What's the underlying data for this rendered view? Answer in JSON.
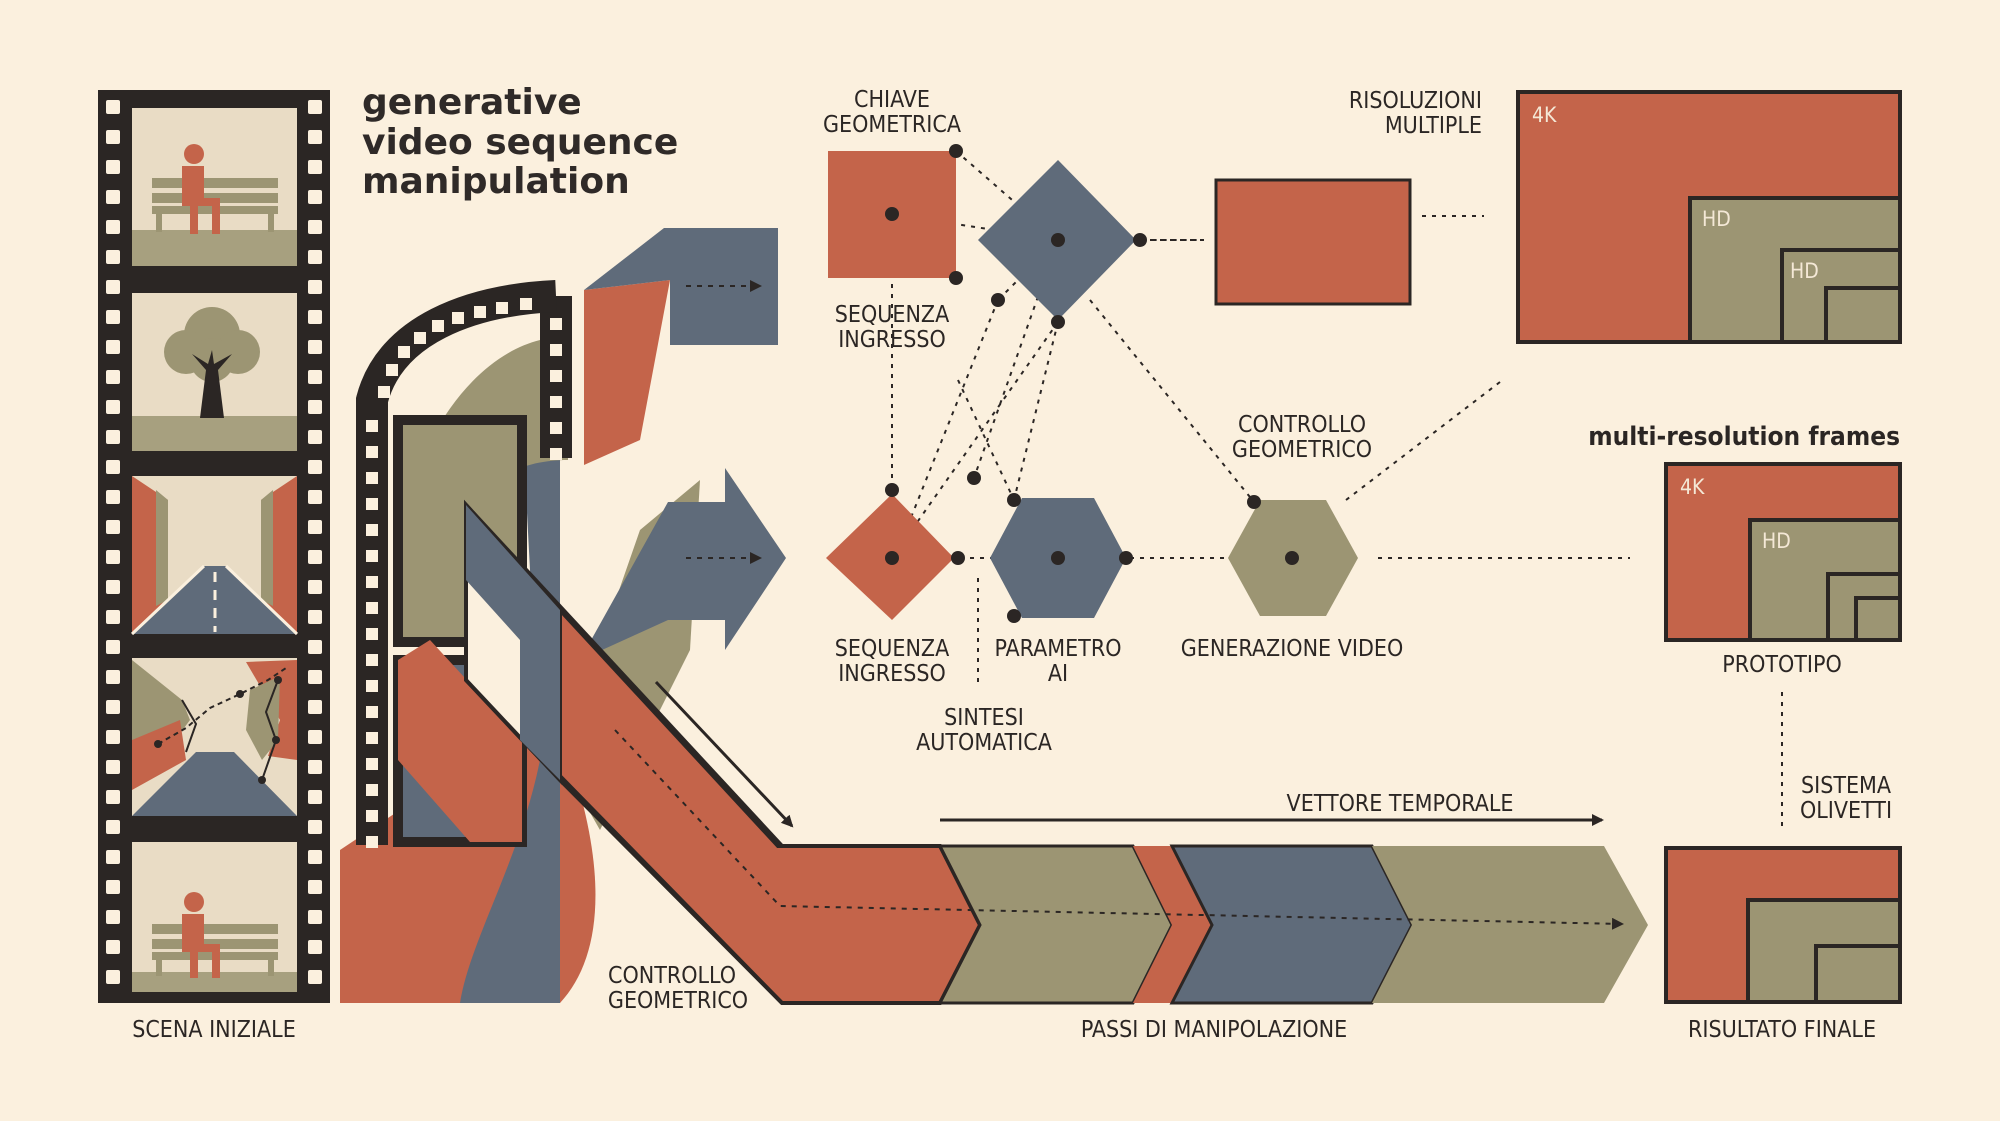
{
  "title": {
    "line1": "generative",
    "line2": "video sequence",
    "line3": "manipulation"
  },
  "labels": {
    "chiave_geometrica": [
      "CHIAVE",
      "GEOMETRICA"
    ],
    "sequenza_ingresso_top": [
      "SEQUENZA",
      "INGRESSO"
    ],
    "sequenza_ingresso_bottom": [
      "SEQUENZA",
      "INGRESSO"
    ],
    "parametro_ai": [
      "PARAMETRO",
      "AI"
    ],
    "sintesi_automatica": [
      "SINTESI",
      "AUTOMATICA"
    ],
    "generazione_video": "GENERAZIONE VIDEO",
    "controllo_geometrico_top": [
      "CONTROLLO",
      "GEOMETRICO"
    ],
    "controllo_geometrico_bottom": [
      "CONTROLLO",
      "GEOMETRICO"
    ],
    "risoluzioni_multiple": [
      "RISOLUZIONI",
      "MULTIPLE"
    ],
    "multi_resolution_frames": "multi-resolution frames",
    "prototipo": "PROTOTIPO",
    "sistema_olivetti": [
      "SISTEMA",
      "OLIVETTI"
    ],
    "vettore_temporale": "VETTORE TEMPORALE",
    "passi_di_manipolazione": "PASSI DI MANIPOLAZIONE",
    "scena_iniziale": "SCENA INIZIALE",
    "risultato_finale": "RISULTATO FINALE"
  },
  "resolution_tags": {
    "big": [
      "4K",
      "HD",
      "HD"
    ],
    "prototype": [
      "4K",
      "HD"
    ]
  },
  "colors": {
    "background": "#fbf0de",
    "rust": "#c4644a",
    "slate": "#5f6b7a",
    "olive": "#9c9573",
    "ink": "#2b2624",
    "frame": "#e9dcc5"
  },
  "icons": [
    "person-on-bench-icon",
    "tree-icon",
    "road-icon",
    "fractured-road-icon",
    "person-on-bench-icon"
  ]
}
